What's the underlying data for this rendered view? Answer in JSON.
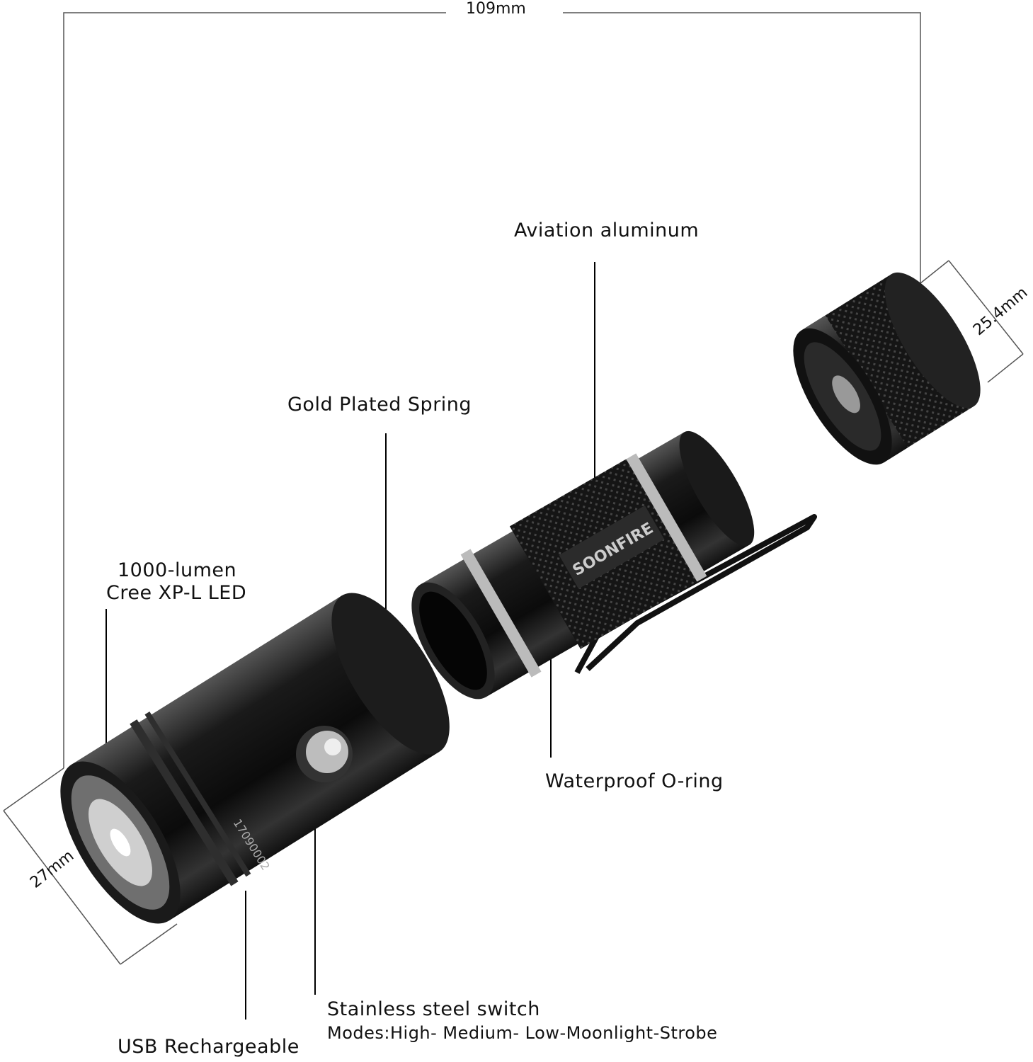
{
  "dimensions": {
    "length": "109mm",
    "head_diameter": "27mm",
    "tail_diameter": "25.4mm"
  },
  "labels": {
    "aviation": "Aviation aluminum",
    "spring": "Gold Plated Spring",
    "led_line1": "1000-lumen",
    "led_line2": "Cree XP-L LED",
    "oring": "Waterproof O-ring",
    "switch": "Stainless steel switch",
    "modes": "Modes:High- Medium- Low-Moonlight-Strobe",
    "usb": "USB Rechargeable"
  },
  "product": {
    "brand": "SOONFIRE",
    "serial": "17090002"
  }
}
